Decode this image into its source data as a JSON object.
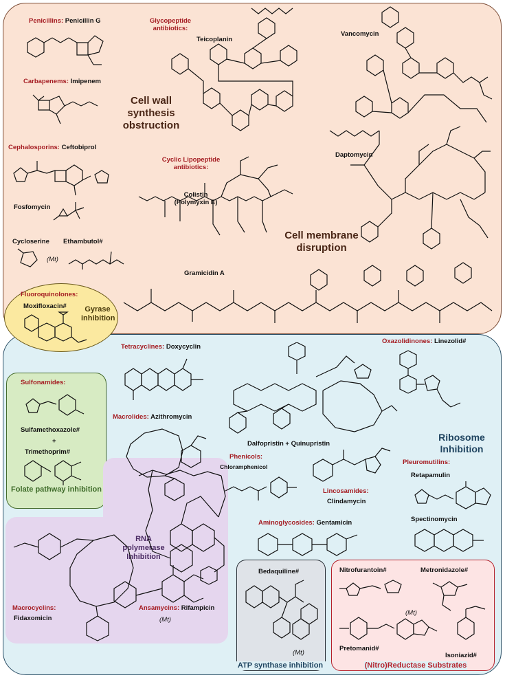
{
  "groups": {
    "cell_wall": {
      "title": "Cell wall synthesis obstruction",
      "penicillins": {
        "class": "Penicillins:",
        "drug": "Penicillin G"
      },
      "carbapenems": {
        "class": "Carbapenems:",
        "drug": "Imipenem"
      },
      "cephalosporins": {
        "class": "Cephalosporins:",
        "drug": "Ceftobiprol"
      },
      "glycopeptide": {
        "class": "Glycopeptide antibiotics:",
        "drug1": "Teicoplanin",
        "drug2": "Vancomycin"
      },
      "fosfomycin": "Fosfomycin",
      "cycloserine": "Cycloserine",
      "ethambutol": "Ethambutol#",
      "mt_note": "(Mt)"
    },
    "membrane": {
      "title": "Cell membrane disruption",
      "lipopeptide": {
        "class": "Cyclic Lipopeptide antibiotics:",
        "drug1": "Colistin (Polymyxin E)",
        "drug2": "Daptomycin"
      },
      "gramicidin": "Gramicidin A"
    },
    "gyrase": {
      "title": "Gyrase inhibition",
      "fluoroquinolones": {
        "class": "Fluoroquinolones:",
        "drug": "Moxifloxacin#"
      }
    },
    "folate": {
      "title": "Folate pathway inhibition",
      "sulfonamides": {
        "class": "Sulfonamides:",
        "drug1": "Sulfamethoxazole#",
        "plus": "+",
        "drug2": "Trimethoprim#"
      }
    },
    "ribosome": {
      "title": "Ribosome Inhibition",
      "tetracyclines": {
        "class": "Tetracyclines:",
        "drug": "Doxycyclin"
      },
      "oxazolidinones": {
        "class": "Oxazolidinones:",
        "drug": "Linezolid#"
      },
      "macrolides": {
        "class": "Macrolides:",
        "drug": "Azithromycin"
      },
      "streptogramins": {
        "drug": "Dalfopristin + Quinupristin"
      },
      "phenicols": {
        "class": "Phenicols:",
        "drug": "Chloramphenicol"
      },
      "lincosamides": {
        "class": "Lincosamides:",
        "drug": "Clindamycin"
      },
      "pleuromutilins": {
        "class": "Pleuromutilins:",
        "drug": "Retapamulin"
      },
      "aminoglycosides": {
        "class": "Aminoglycosides:",
        "drug": "Gentamicin"
      },
      "spectinomycin": "Spectinomycin"
    },
    "rna": {
      "title": "RNA polymerase Inhibition",
      "ansamycins": {
        "class": "Ansamycins:",
        "drug": "Rifampicin"
      },
      "macrocyclins": {
        "class": "Macrocyclins:",
        "drug": "Fidaxomicin"
      },
      "mt_note": "(Mt)"
    },
    "atp": {
      "title": "ATP synthase inhibition",
      "drug": "Bedaquiline#",
      "mt_note": "(Mt)"
    },
    "reductase": {
      "title": "(Nitro)Reductase Substrates",
      "nitrofurantoin": "Nitrofurantoin#",
      "metronidazole": "Metronidazole#",
      "pretomanid": "Pretomanid#",
      "isoniazid": "Isoniazid#",
      "mt_note": "(Mt)"
    }
  },
  "colors": {
    "class_red": "#a51d23",
    "cell_wall_fill": "#fbe3d4",
    "cell_wall_border": "#7a4a33",
    "ribosome_fill": "#dff0f5",
    "ribosome_border": "#2b4f66",
    "gyrase_fill": "#fbe9a0",
    "gyrase_border": "#6b5a1c",
    "folate_fill": "#d7ebc3",
    "folate_border": "#456b2c",
    "rna_fill": "#e5d6ee",
    "atp_fill": "#dfe3e8",
    "atp_border": "#2a2f36",
    "reductase_fill": "#fde4e4",
    "reductase_border": "#b5202a",
    "title_brown": "#4a2616",
    "title_blue": "#1f4460",
    "title_green": "#3d6a28",
    "title_purple": "#4a2a63",
    "title_gold": "#4a3b0c"
  }
}
